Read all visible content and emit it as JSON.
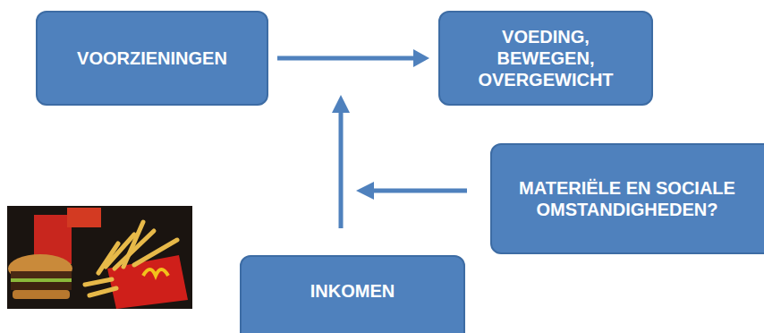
{
  "diagram": {
    "nodes": [
      {
        "text": [
          "VOORZIENINGEN"
        ]
      },
      {
        "text": [
          "VOEDING, BEWEGEN, OVERGEWICHT"
        ]
      },
      {
        "text": [
          "MATERIËLE EN SOCIALE OMSTANDIGHEDEN?"
        ]
      },
      {
        "text": [
          "INKOMEN"
        ]
      }
    ],
    "edges": [
      {
        "from": 0,
        "to": 1,
        "arrow": "to"
      }
    ]
  }
}
